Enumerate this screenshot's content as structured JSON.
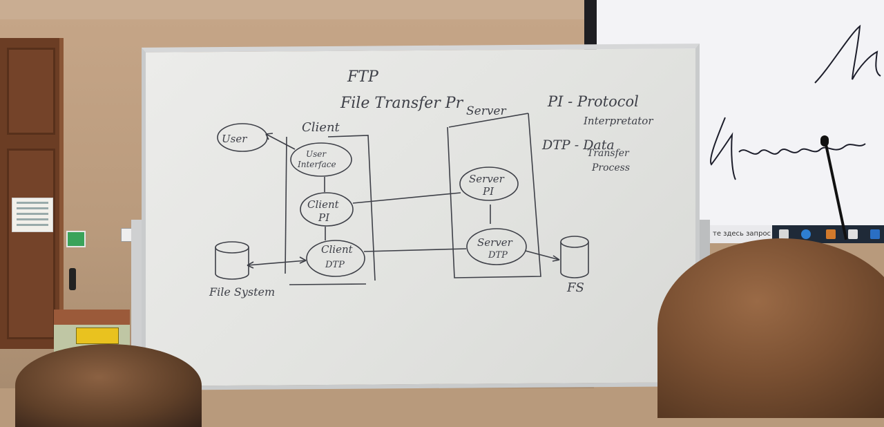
{
  "board": {
    "title_line1": "FTP",
    "title_line2": "File Transfer Pr",
    "pi_definition": "PI - Protocol",
    "pi_definition_2": "Interpretator",
    "dtp_definition": "DTP - Data",
    "dtp_definition_2": "Transfer",
    "dtp_definition_3": "Process",
    "user_label": "User",
    "client_label": "Client",
    "user_interface_1": "User",
    "user_interface_2": "Interface",
    "client_pi_1": "Client",
    "client_pi_2": "PI",
    "client_dtp_1": "Client",
    "client_dtp_2": "DTP",
    "file_system_label": "File System",
    "server_label": "Server",
    "server_pi_1": "Server",
    "server_pi_2": "PI",
    "server_dtp_1": "Server",
    "server_dtp_2": "DTP",
    "fs_label": "FS"
  },
  "taskbar": {
    "search_text": "те здесь запрос"
  },
  "colors": {
    "ink": "#3d3f47",
    "board": "#e6e7e4",
    "wall": "#c6a688",
    "taskbar": "#1f2a38"
  }
}
